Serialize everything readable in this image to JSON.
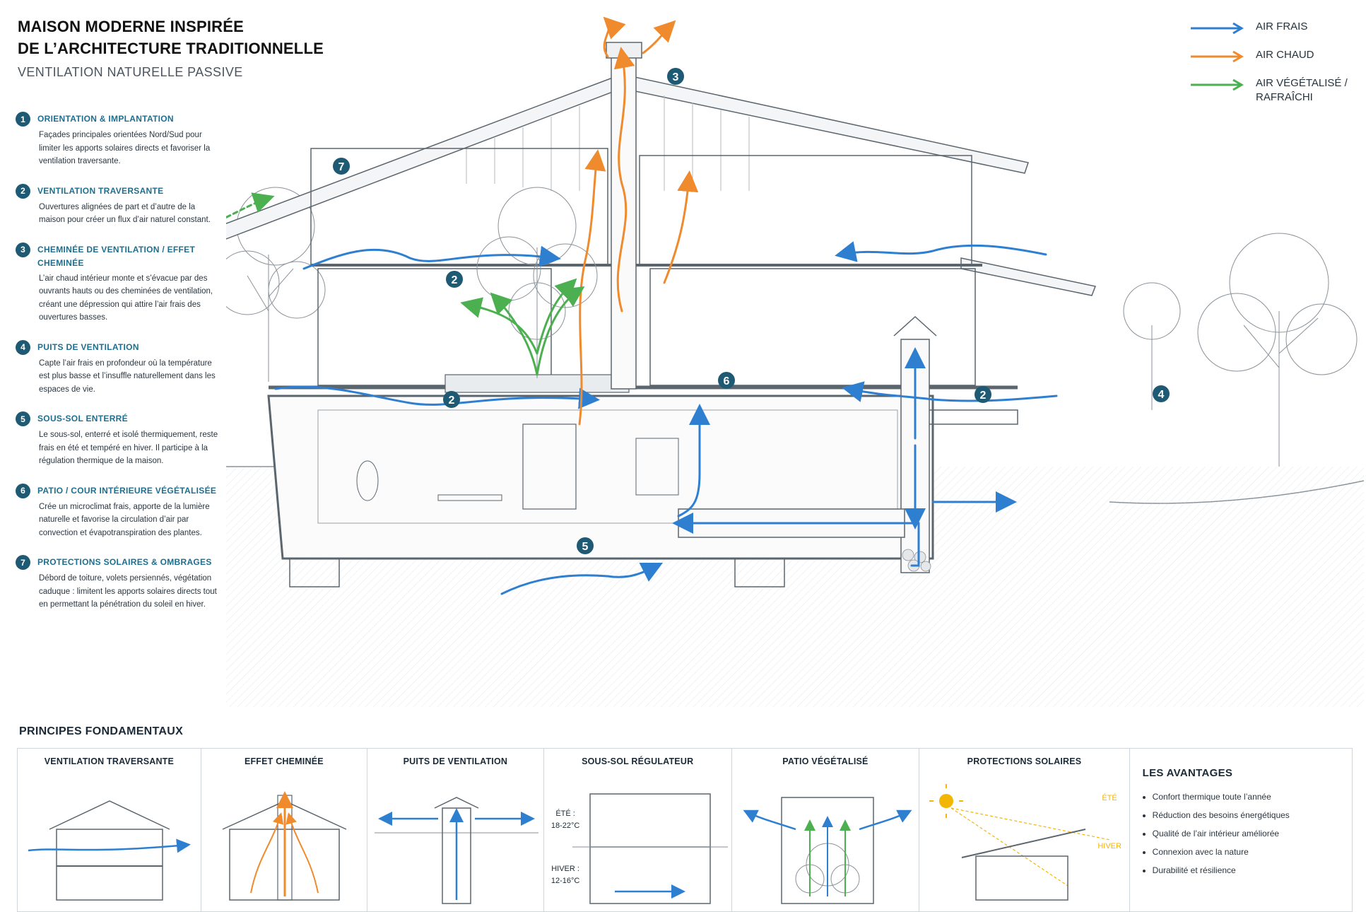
{
  "header": {
    "title_line1": "MAISON MODERNE INSPIRÉE",
    "title_line2": "DE L’ARCHITECTURE TRADITIONNELLE",
    "subtitle": "VENTILATION NATURELLE PASSIVE"
  },
  "legend": {
    "items": [
      {
        "label": "AIR FRAIS",
        "color": "#2f7fd1"
      },
      {
        "label": "AIR CHAUD",
        "color": "#ef8a2d"
      },
      {
        "label": "AIR VÉGÉTALISÉ /\nRAFRAÎCHI",
        "color": "#4caf50"
      }
    ]
  },
  "principles": [
    {
      "num": "1",
      "title": "ORIENTATION & IMPLANTATION",
      "text": "Façades principales orientées Nord/Sud pour limiter les apports solaires directs et favoriser la ventilation traversante."
    },
    {
      "num": "2",
      "title": "VENTILATION TRAVERSANTE",
      "text": "Ouvertures alignées de part et d’autre de la maison pour créer un flux d’air naturel constant."
    },
    {
      "num": "3",
      "title": "CHEMINÉE DE VENTILATION / EFFET CHEMINÉE",
      "text": "L’air chaud intérieur monte et s’évacue par des ouvrants hauts ou des cheminées de ventilation, créant une dépression qui attire l’air frais des ouvertures basses."
    },
    {
      "num": "4",
      "title": "PUITS DE VENTILATION",
      "text": "Capte l’air frais en profondeur où la température est plus basse et l’insuffle naturellement dans les espaces de vie."
    },
    {
      "num": "5",
      "title": "SOUS-SOL ENTERRÉ",
      "text": "Le sous-sol, enterré et isolé thermiquement, reste frais en été et tempéré en hiver. Il participe à la régulation thermique de la maison."
    },
    {
      "num": "6",
      "title": "PATIO / COUR INTÉRIEURE VÉGÉTALISÉE",
      "text": "Crée un microclimat frais, apporte de la lumière naturelle et favorise la circulation d’air par convection et évapotranspiration des plantes."
    },
    {
      "num": "7",
      "title": "PROTECTIONS SOLAIRES & OMBRAGES",
      "text": "Débord de toiture, volets persiennés, végétation caduque : limitent les apports solaires directs tout en permettant la pénétration du soleil en hiver."
    }
  ],
  "diagram_badges": {
    "b2": "2",
    "b3": "3",
    "b4": "4",
    "b5": "5",
    "b6": "6",
    "b7": "7"
  },
  "bottom": {
    "title": "PRINCIPES FONDAMENTAUX",
    "panels": [
      {
        "title": "VENTILATION TRAVERSANTE"
      },
      {
        "title": "EFFET CHEMINÉE"
      },
      {
        "title": "PUITS DE VENTILATION"
      },
      {
        "title": "SOUS-SOL RÉGULATEUR",
        "ete_label": "ÉTÉ :",
        "ete_temp": "18-22°C",
        "hiver_label": "HIVER :",
        "hiver_temp": "12-16°C"
      },
      {
        "title": "PATIO VÉGÉTALISÉ"
      },
      {
        "title": "PROTECTIONS SOLAIRES",
        "ete": "ÉTÉ",
        "hiver": "HIVER"
      }
    ],
    "advantages": {
      "title": "LES AVANTAGES",
      "items": [
        "Confort thermique toute l’année",
        "Réduction des besoins énergétiques",
        "Qualité de l’air intérieur améliorée",
        "Connexion avec la nature",
        "Durabilité et résilience"
      ]
    }
  },
  "colors": {
    "fresh": "#2f7fd1",
    "hot": "#ef8a2d",
    "green": "#4caf50",
    "badge": "#1e5a73",
    "accent_text": "#1e6f8f",
    "sun": "#f2b705"
  }
}
